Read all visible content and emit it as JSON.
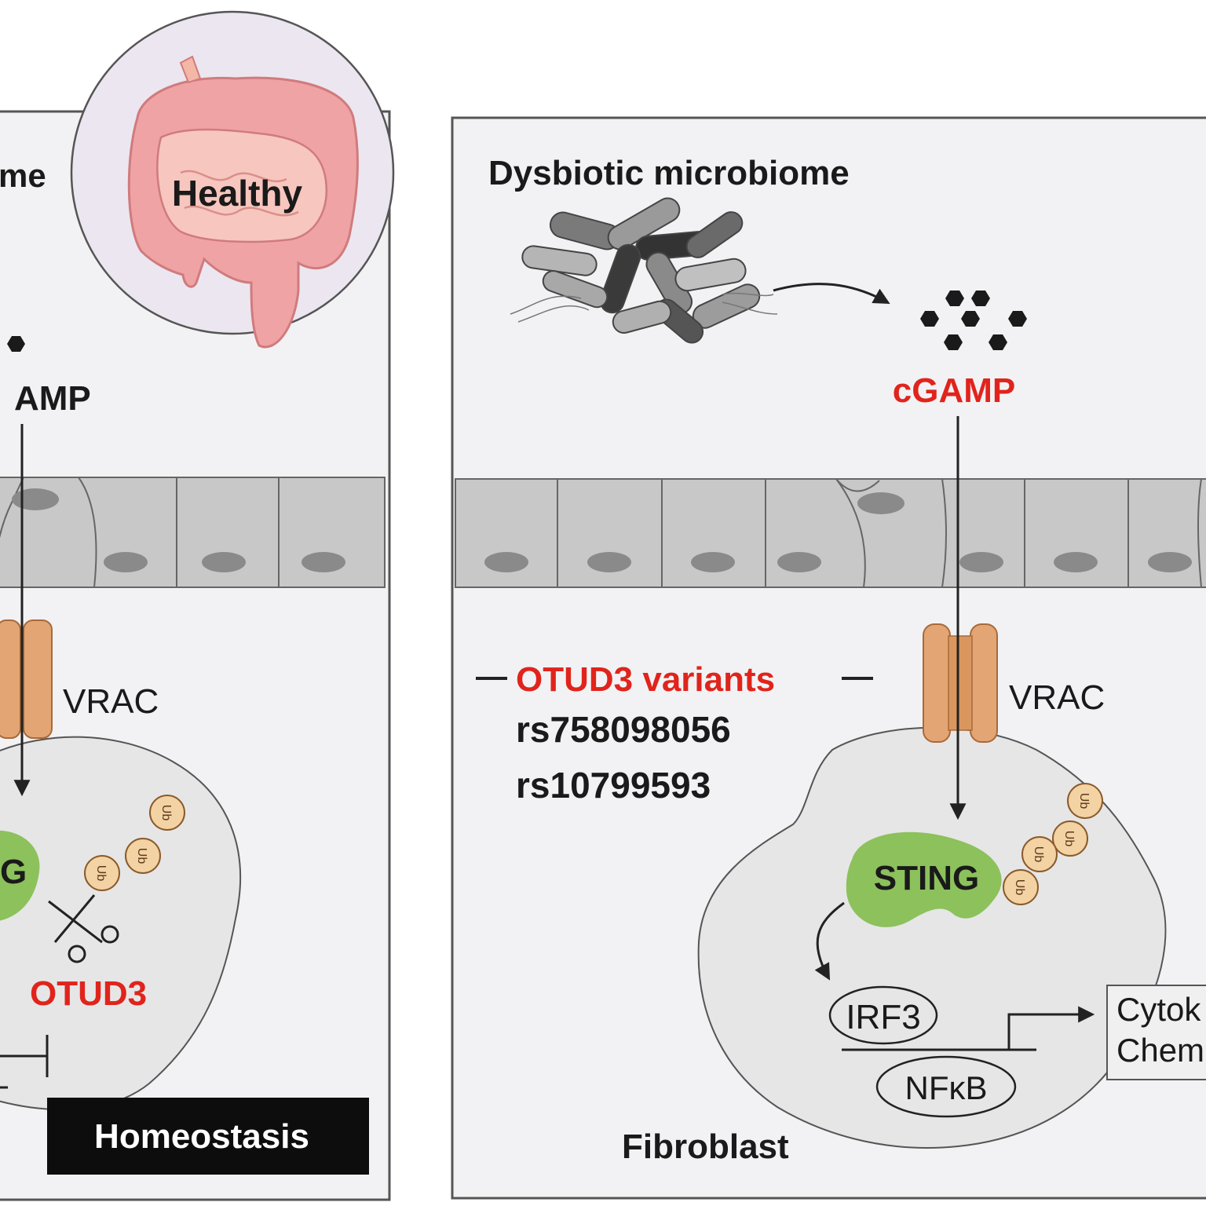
{
  "colors": {
    "panel_bg": "#f2f2f4",
    "panel_border": "#555555",
    "epithelium": "#c8c8c8",
    "nucleus": "#8a8a8a",
    "vrac": "#e3a574",
    "sting": "#8cc15c",
    "ubiquitin": "#f3d2a4",
    "highlight_red": "#e0241c",
    "text_dark": "#1a1a1a",
    "colon": "#f0a3a5",
    "circle_bg": "#ece6f0"
  },
  "left_panel": {
    "microbiome_label_fragment": "me",
    "healthy_label": "Healthy",
    "cgamp_label": "AMP",
    "vrac_label": "VRAC",
    "sting_label": "G",
    "otud3_label": "OTUD3",
    "outcome_label": "Homeostasis",
    "ub_label": "Ub"
  },
  "right_panel": {
    "microbiome_label": "Dysbiotic microbiome",
    "cgamp_label": "cGAMP",
    "vrac_label": "VRAC",
    "variants_label": "OTUD3 variants",
    "variant_1": "rs758098056",
    "variant_2": "rs10799593",
    "sting_label": "STING",
    "irf3_label": "IRF3",
    "nfkb_label": "NFκB",
    "cytokines_label": "Cytok",
    "chemokines_label": "Chem",
    "cell_label": "Fibroblast",
    "ub_label": "Ub"
  }
}
